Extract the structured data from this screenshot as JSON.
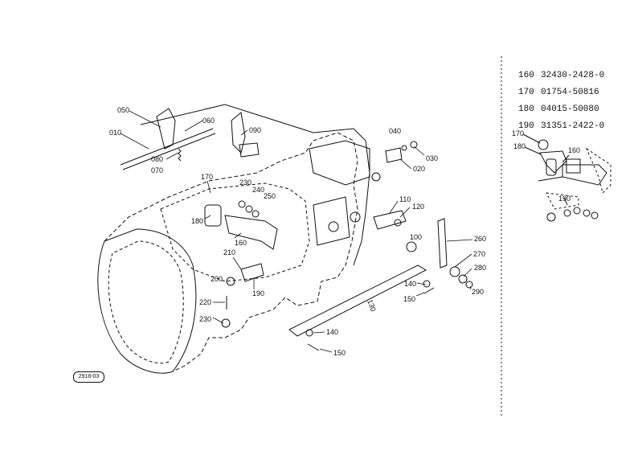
{
  "parts_list": [
    {
      "ref": "160",
      "number": "32430-2428-0"
    },
    {
      "ref": "170",
      "number": "01754-50816"
    },
    {
      "ref": "180",
      "number": "04015-50080"
    },
    {
      "ref": "190",
      "number": "31351-2422-0"
    }
  ],
  "callouts": {
    "c010": "010",
    "c050": "050",
    "c060": "060",
    "c080": "080",
    "c070": "070",
    "c090": "090",
    "c040": "040",
    "c030": "030",
    "c020": "020",
    "c170": "170",
    "c230a": "230",
    "c240": "240",
    "c250": "250",
    "c180": "180",
    "c160": "160",
    "c110": "110",
    "c120": "120",
    "c100": "100",
    "c260": "260",
    "c270": "270",
    "c280": "280",
    "c290": "290",
    "c140a": "140",
    "c150a": "150",
    "c130": "130",
    "c210": "210",
    "c200": "200",
    "c190": "190",
    "c220": "220",
    "c230b": "230",
    "c140b": "140",
    "c150b": "150",
    "d170": "170",
    "d180": "180",
    "d160": "160",
    "d190": "190"
  },
  "drawing_tag": "2918-03"
}
